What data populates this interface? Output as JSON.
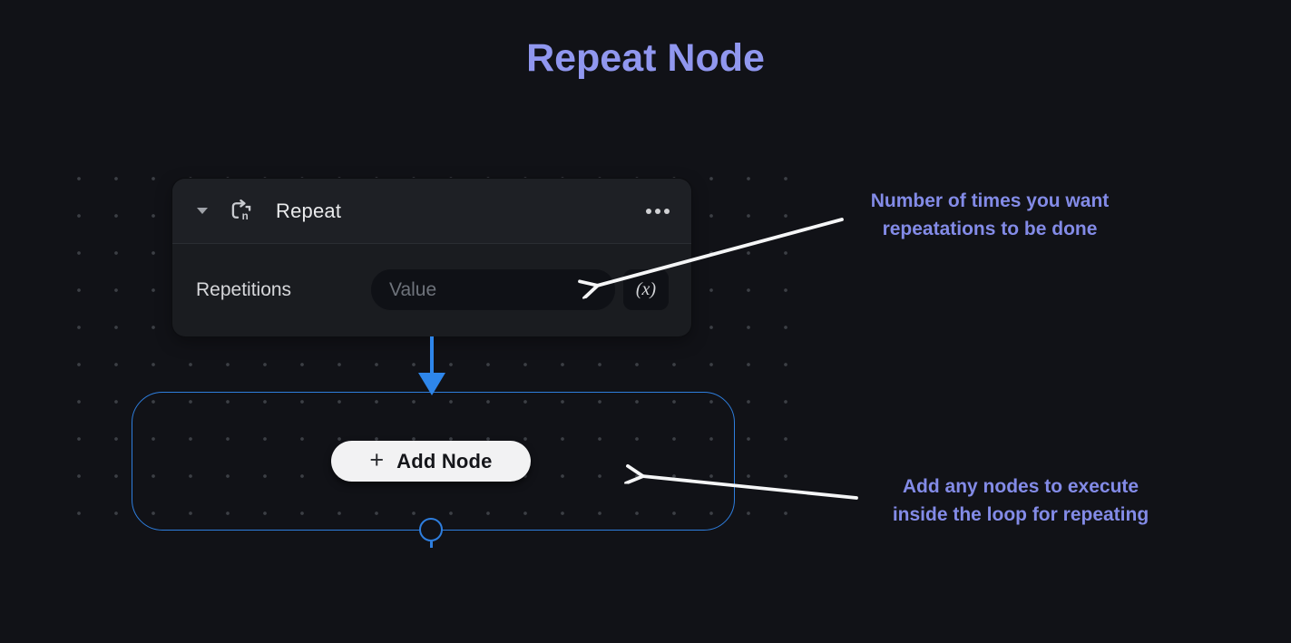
{
  "page": {
    "title": "Repeat Node",
    "colors": {
      "background": "#111217",
      "title_text": "#9097ef",
      "annotation_text": "#838be7",
      "accent_blue": "#2e7ede",
      "card_header_bg": "#1e2025",
      "card_body_bg": "#1a1c20",
      "input_bg": "#0f1116",
      "add_node_button_bg": "#f2f2f3",
      "arrow_white": "#f5f6f7"
    }
  },
  "node_card": {
    "title": "Repeat",
    "icons": {
      "collapse": "caret-down-icon",
      "type": "repeat-n-icon",
      "menu": "ellipsis-icon"
    },
    "field": {
      "label": "Repetitions",
      "input_value": "",
      "input_placeholder": "Value",
      "expression_button_label": "(x)"
    }
  },
  "loop_area": {
    "add_node_button": {
      "icon": "plus-icon",
      "plus_glyph": "+",
      "label": "Add Node"
    }
  },
  "annotations": {
    "repetitions": {
      "line1": "Number of times you want",
      "line2": "repeatations to be done"
    },
    "loop": {
      "line1": "Add any nodes to execute",
      "line2": "inside the loop for repeating"
    }
  }
}
